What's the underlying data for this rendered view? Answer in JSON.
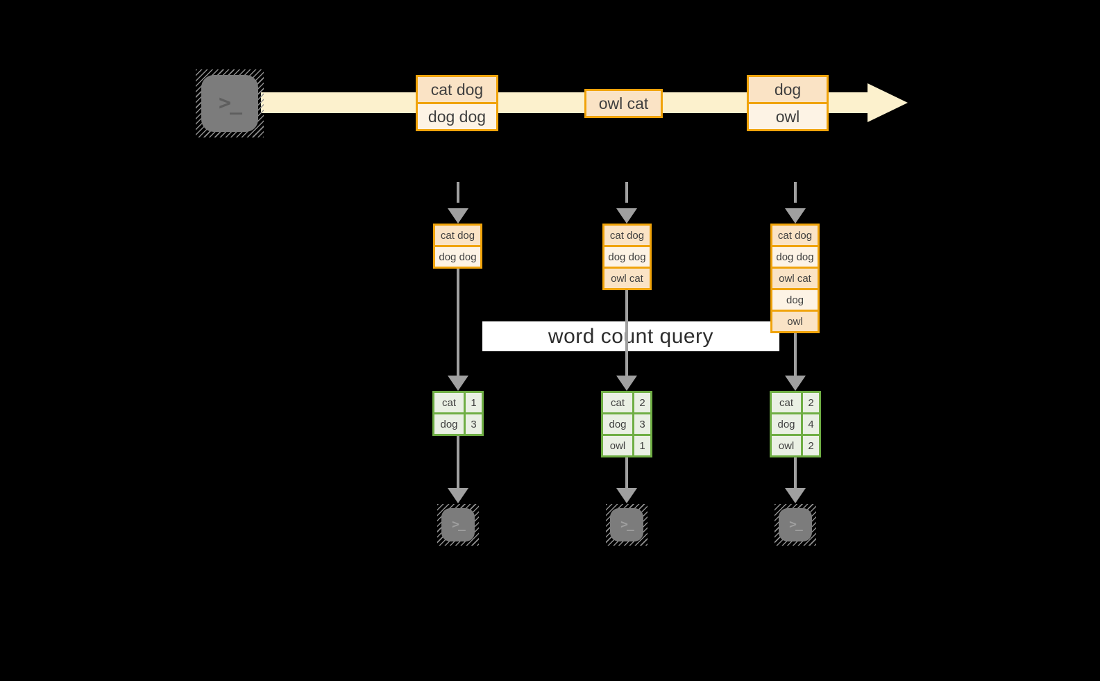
{
  "title": {
    "text": "word count query"
  },
  "icons": {
    "terminal_glyph": ">_"
  },
  "colors": {
    "background": "#000000",
    "stream_band": "#FCF1CD",
    "box_border": "#F0A30A",
    "box_fill_dark": "#FAE3C5",
    "box_fill_light": "#FDF3E5",
    "table_border": "#6FAE44",
    "table_fill": "#EAF0E4",
    "arrow": "#A0A0A0",
    "terminal_fill": "#7C7C7C",
    "terminal_glyph_dark": "#5E5E5E",
    "terminal_glyph_light": "#A0A0A0",
    "hatch": "#909090",
    "query_band": "#FFFFFF",
    "text": "#3F3F3F",
    "title_text": "#2D2D2D"
  },
  "stream": {
    "messages": [
      {
        "lines": [
          "cat dog",
          "dog dog"
        ]
      },
      {
        "lines": [
          "owl cat"
        ]
      },
      {
        "lines": [
          "dog",
          "owl"
        ]
      }
    ]
  },
  "pipelines": [
    {
      "buffer": [
        "cat dog",
        "dog dog"
      ],
      "counts": [
        [
          "cat",
          "1"
        ],
        [
          "dog",
          "3"
        ]
      ]
    },
    {
      "buffer": [
        "cat dog",
        "dog dog",
        "owl cat"
      ],
      "counts": [
        [
          "cat",
          "2"
        ],
        [
          "dog",
          "3"
        ],
        [
          "owl",
          "1"
        ]
      ]
    },
    {
      "buffer": [
        "cat dog",
        "dog dog",
        "owl cat",
        "dog",
        "owl"
      ],
      "counts": [
        [
          "cat",
          "2"
        ],
        [
          "dog",
          "4"
        ],
        [
          "owl",
          "2"
        ]
      ]
    }
  ]
}
